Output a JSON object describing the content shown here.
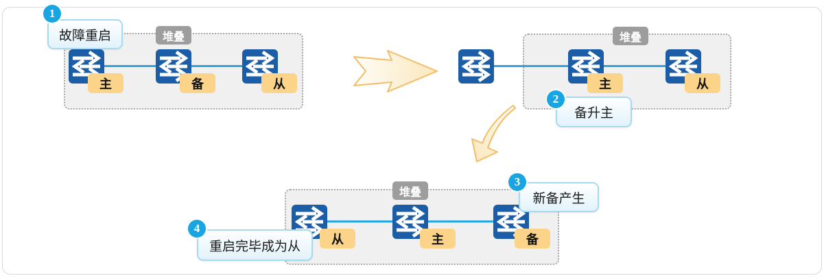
{
  "badge": {
    "stack": "堆叠"
  },
  "steps": [
    {
      "num": "1",
      "label": "故障重启"
    },
    {
      "num": "2",
      "label": "备升主"
    },
    {
      "num": "3",
      "label": "新备产生"
    },
    {
      "num": "4",
      "label": "重启完毕成为从"
    }
  ],
  "groups": [
    {
      "switch_roles": [
        "主",
        "备",
        "从"
      ]
    },
    {
      "switch_roles": [
        "主",
        "从"
      ]
    },
    {
      "switch_roles": [
        "从",
        "主",
        "备"
      ]
    }
  ],
  "colors": {
    "switch_blue": "#1b5da6",
    "label_yellow": "#fbd489",
    "badge_gray": "#9d9d9d",
    "step_blue": "#19a5e1",
    "link_blue": "#2aa5e0",
    "arrow_orange": "#f2bd66",
    "callout_border": "#a6daf2"
  }
}
